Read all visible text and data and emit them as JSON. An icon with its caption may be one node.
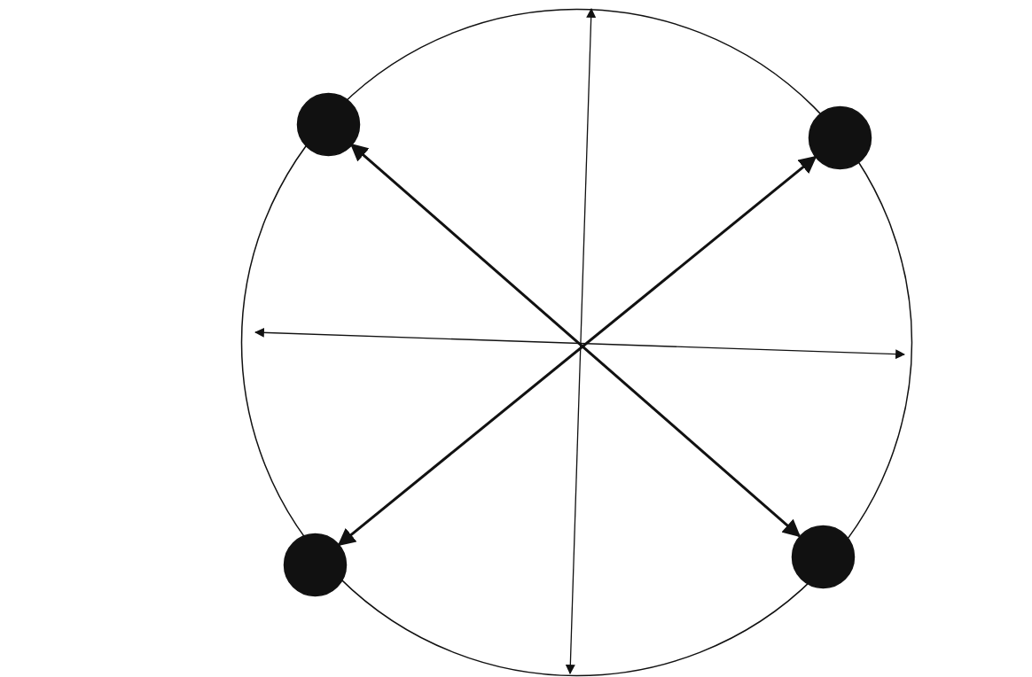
{
  "diagram": {
    "nodes": [
      {
        "text": [],
        "shape": "circle"
      },
      {
        "text": [],
        "shape": "circle"
      },
      {
        "text": [],
        "shape": "circle"
      },
      {
        "text": [],
        "shape": "circle"
      }
    ],
    "edges": [
      {
        "from": 0,
        "to": 3,
        "arrow": "both"
      },
      {
        "from": 1,
        "to": 2,
        "arrow": "both"
      }
    ]
  }
}
